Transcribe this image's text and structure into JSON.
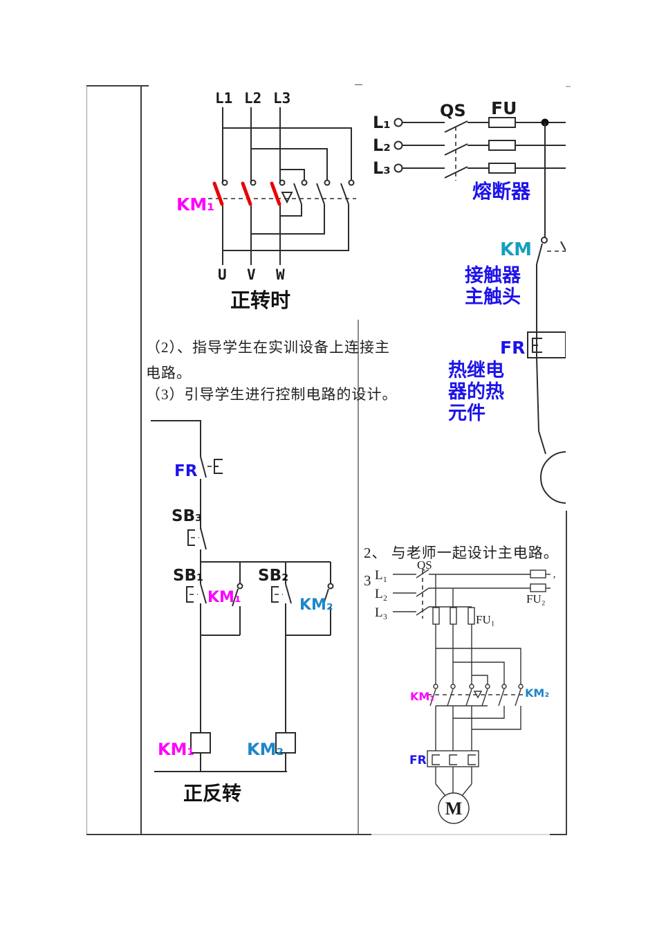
{
  "colors": {
    "km1_magenta": "#ff00ff",
    "label_blue": "#1d13ea",
    "km_cyan": "#13a0be",
    "km2_steel_blue": "#1e86c8",
    "contact_red": "#e90000"
  },
  "instruction_text": {
    "line1": "（2）、指导学生在实训设备上连接主",
    "line2": "电路。",
    "line3": "（3）引导学生进行控制电路的设计。"
  },
  "task_text": {
    "item2": "2、 与老师一起设计主电路。",
    "item3_num": "3"
  },
  "forward_diagram": {
    "l1": "L1",
    "l2": "L2",
    "l3": "L3",
    "u": "U",
    "v": "V",
    "w": "W",
    "km1": "KM₁",
    "title": "正转时"
  },
  "supply_diagram": {
    "l1": "L₁",
    "l2": "L₂",
    "l3": "L₃",
    "qs": "QS",
    "fu": "FU",
    "fuse_cn": "熔断器",
    "km": "KM",
    "km_cn_line1": "接触器",
    "km_cn_line2": "主触头",
    "fr": "FR",
    "fr_cn_line1": "热继电",
    "fr_cn_line2": "器的热",
    "fr_cn_line3": "元件"
  },
  "control_diagram": {
    "fr": "FR",
    "sb3": "SB₃",
    "sb1": "SB₁",
    "sb2": "SB₂",
    "km1_aux": "KM₁",
    "km2_aux": "KM₂",
    "km1_coil": "KM₁",
    "km2_coil": "KM₂",
    "title": "正反转"
  },
  "main_diagram": {
    "num": "3",
    "l1": "L₁",
    "l2": "L₂",
    "l3": "L₃",
    "qs": "QS",
    "fu2": "FU₂",
    "fu1": "FU₁",
    "tick": "’",
    "km1": "KM₁",
    "km2": "KM₂",
    "fr": "FR",
    "motor": "M"
  }
}
